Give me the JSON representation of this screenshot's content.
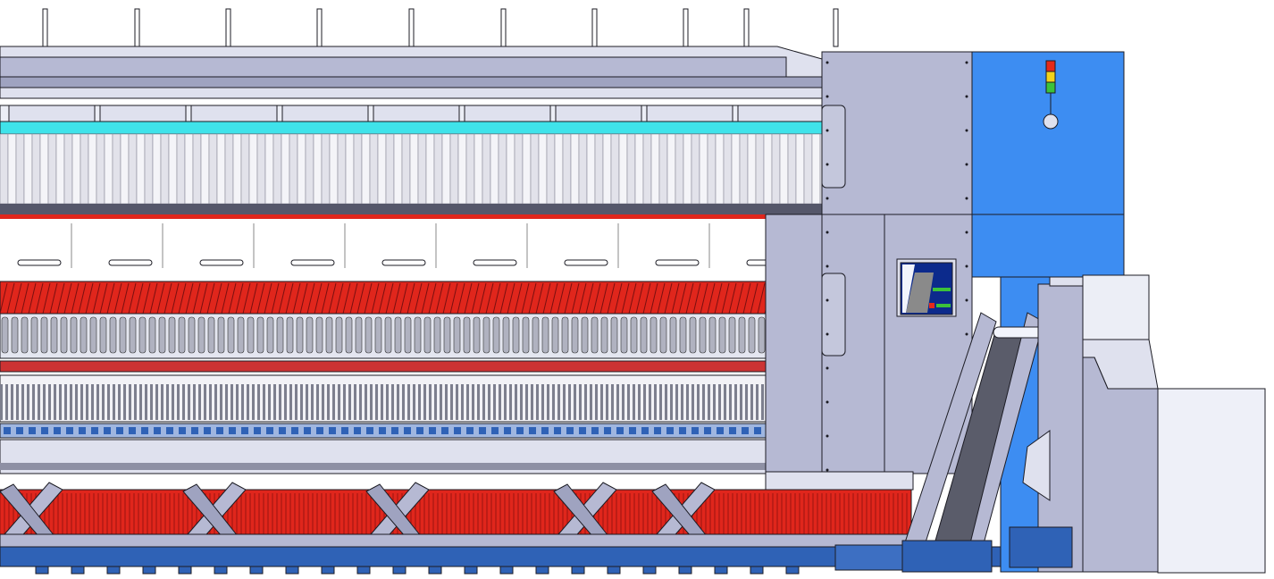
{
  "drawing": {
    "subject": "",
    "colors": {
      "frame_gray": "#b6b9d3",
      "frame_light": "#dfe1ee",
      "panel_blue": "#3d8df2",
      "base_blue": "#2f62b6",
      "yarn_red": "#e0261c",
      "cyan_strip": "#3fe3ea",
      "conveyor_dark": "#5a5c6a",
      "outline": "#1c1c24",
      "signal_red": "#e52a1a",
      "signal_yellow": "#f2d21a",
      "signal_green": "#3cc23a"
    },
    "signal_tower": [
      "signal_red",
      "signal_yellow",
      "signal_green"
    ],
    "machine_sections": 8
  }
}
